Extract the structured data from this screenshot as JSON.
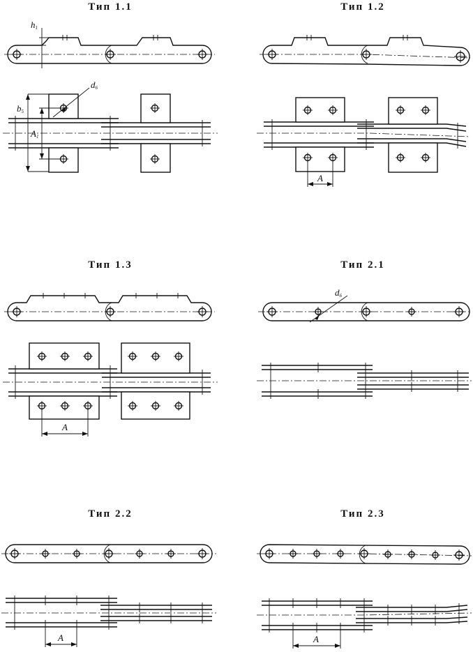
{
  "diagram": {
    "panels": [
      {
        "id": "t11",
        "title": "Тип 1.1"
      },
      {
        "id": "t12",
        "title": "Тип 1.2"
      },
      {
        "id": "t13",
        "title": "Тип 1.3"
      },
      {
        "id": "t21",
        "title": "Тип 2.1"
      },
      {
        "id": "t22",
        "title": "Тип 2.2"
      },
      {
        "id": "t23",
        "title": "Тип 2.3"
      }
    ],
    "labels": {
      "h1": {
        "main": "h",
        "sub": "1"
      },
      "b5": {
        "main": "b",
        "sub": "5"
      },
      "A1": {
        "main": "A",
        "sub": "1"
      },
      "d6": {
        "main": "d",
        "sub": "6"
      },
      "A": "A"
    }
  }
}
